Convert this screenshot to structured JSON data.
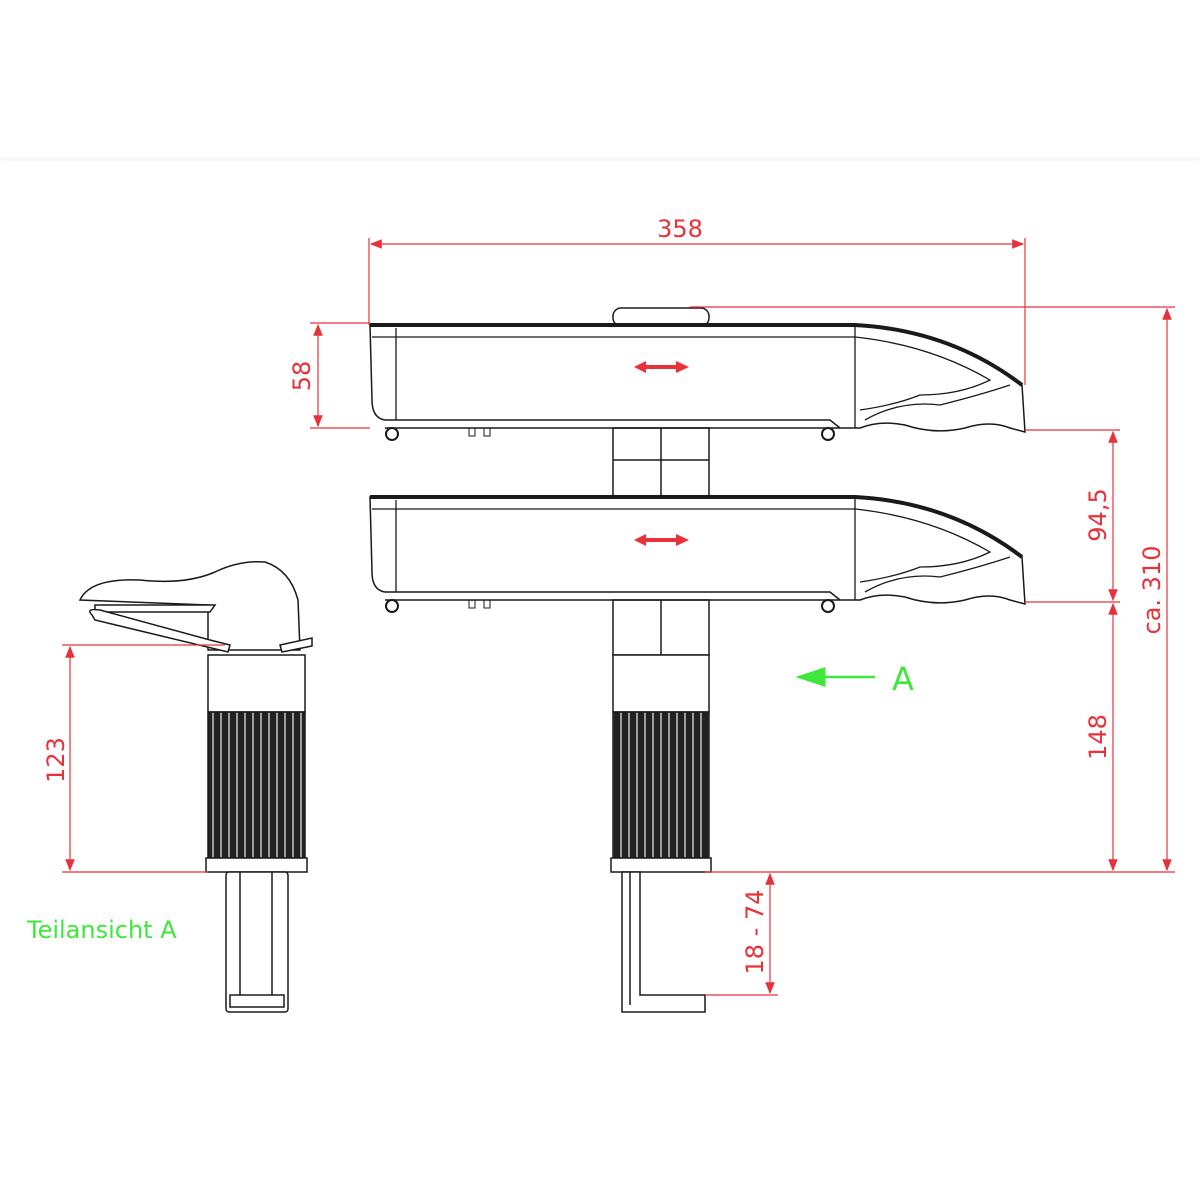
{
  "dimensions": {
    "width": "358",
    "arm_height": "58",
    "arm_spacing": "94,5",
    "clamp_height": "148",
    "total_height": "ca. 310",
    "side_view_height": "123",
    "desk_thickness": "18 - 74"
  },
  "view_arrow_label": "A",
  "partial_view_label": "Teilansicht A",
  "colors": {
    "dimension": "#e8323a",
    "view_marker": "#3ee83a",
    "outline": "#1a1a1a"
  }
}
